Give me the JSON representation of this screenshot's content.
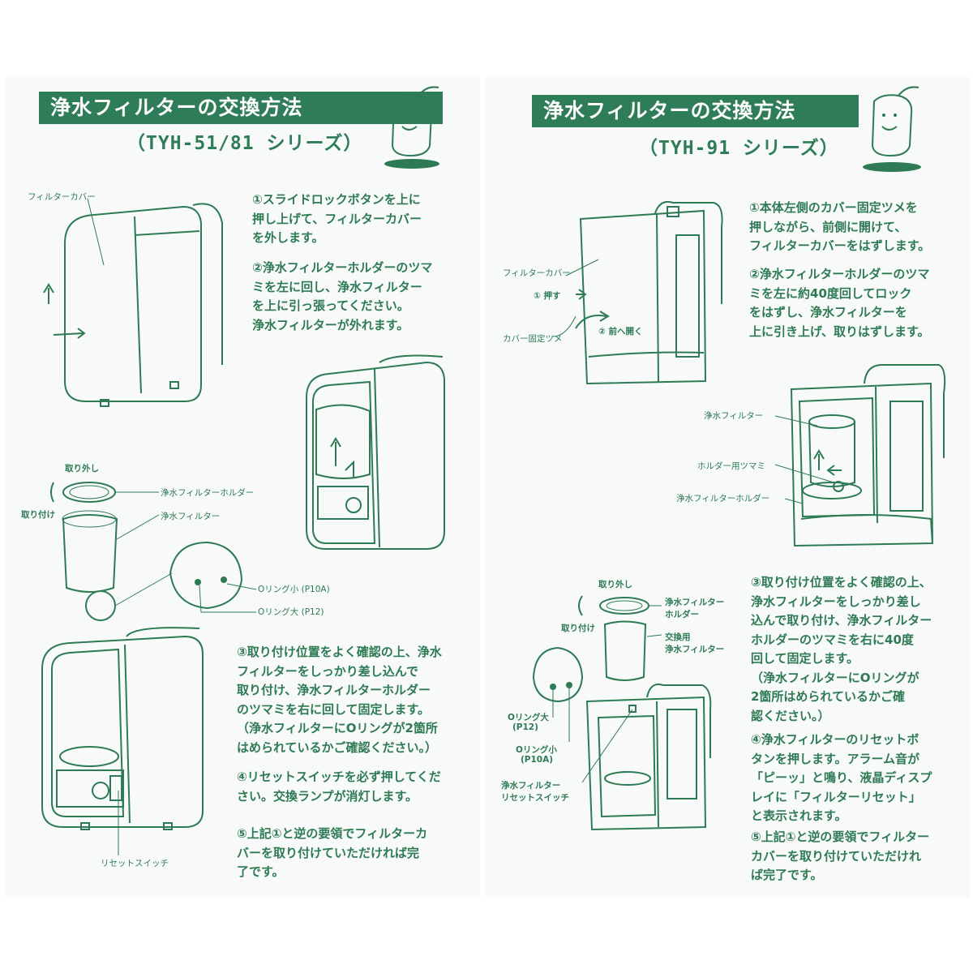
{
  "left": {
    "title": "浄水フィルターの交換方法",
    "series": "（TYH-51/81 シリーズ）",
    "labels": {
      "filter_cover": "フィルターカバー",
      "remove": "取り外し",
      "attach": "取り付け",
      "holder": "浄水フィルターホルダー",
      "filter": "浄水フィルター",
      "oring_small": "Oリング小 (P10A)",
      "oring_large": "Oリング大 (P12)",
      "reset_switch": "リセットスイッチ"
    },
    "step1": [
      "①スライドロックボタンを上に",
      "押し上げて、フィルターカバー",
      "を外します。"
    ],
    "step2": [
      "②浄水フィルターホルダーのツマ",
      "ミを左に回し、浄水フィルター",
      "を上に引っ張ってください。",
      "浄水フィルターが外れます。"
    ],
    "step3": [
      "③取り付け位置をよく確認の上、浄水",
      "フィルターをしっかり差し込んで",
      "取り付け、浄水フィルターホルダー",
      "のツマミを右に回して固定します。",
      "（浄水フィルターにOリングが2箇所",
      "はめられているかご確認ください。）"
    ],
    "step4": [
      "④リセットスイッチを必ず押してくだ",
      "さい。交換ランプが消灯します。"
    ],
    "step5": [
      "⑤上記①と逆の要領でフィルターカ",
      "バーを取り付けていただければ完",
      "了です。"
    ]
  },
  "right": {
    "title": "浄水フィルターの交換方法",
    "series": "（TYH-91 シリーズ）",
    "labels": {
      "filter_cover": "フィルターカバー",
      "push": "① 押す",
      "open_front": "② 前へ開く",
      "cover_claw": "カバー固定ツメ",
      "filter": "浄水フィルター",
      "holder_knob": "ホルダー用ツマミ",
      "holder": "浄水フィルターホルダー",
      "remove": "取り外し",
      "attach": "取り付け",
      "holder2_a": "浄水フィルター",
      "holder2_b": "ホルダー",
      "replace_a": "交換用",
      "replace_b": "浄水フィルター",
      "oring_large_a": "Oリング大",
      "oring_large_b": "(P12)",
      "oring_small_a": "Oリング小",
      "oring_small_b": "(P10A)",
      "reset_a": "浄水フィルター",
      "reset_b": "リセットスイッチ"
    },
    "step1": [
      "①本体左側のカバー固定ツメを",
      "押しながら、前側に開けて、",
      "フィルターカバーをはずします。"
    ],
    "step2": [
      "②浄水フィルターホルダーのツマ",
      "ミを左に約40度回してロック",
      "をはずし、浄水フィルターを",
      "上に引き上げ、取りはずします。"
    ],
    "step3": [
      "③取り付け位置をよく確認の上、",
      "浄水フィルターをしっかり差し",
      "込んで取り付け、浄水フィルター",
      "ホルダーのツマミを右に40度",
      "回して固定します。",
      "（浄水フィルターにOリングが",
      "2箇所はめられているかご確",
      "認ください。）"
    ],
    "step4": [
      "④浄水フィルターのリセットボ",
      "タンを押します。アラーム音が",
      "「ピーッ」と鳴り、液晶ディスプ",
      "レイに「フィルターリセット」",
      "と表示されます。"
    ],
    "step5": [
      "⑤上記①と逆の要領でフィルター",
      "カバーを取り付けていただけれ",
      "ば完了です。"
    ]
  },
  "colors": {
    "ink": "#2e7a55",
    "banner": "#2f7d58",
    "paper": "#f7faf8"
  }
}
